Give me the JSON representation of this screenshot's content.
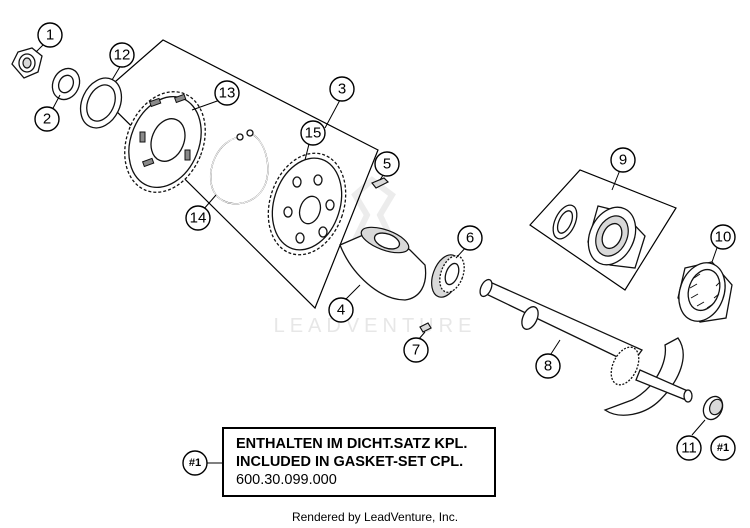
{
  "watermark": "LEADVENTURE",
  "callouts": {
    "c1": "1",
    "c2": "2",
    "c3": "3",
    "c4": "4",
    "c5": "5",
    "c6": "6",
    "c7": "7",
    "c8": "8",
    "c9": "9",
    "c10": "10",
    "c11": "11",
    "c12": "12",
    "c13": "13",
    "c14": "14",
    "c15": "15",
    "note_ref": "#1",
    "kit_ref": "#1"
  },
  "note": {
    "line1": "ENTHALTEN IM DICHT.SATZ KPL.",
    "line2": "INCLUDED IN GASKET-SET CPL.",
    "line3": "600.30.099.000"
  },
  "footer": "Rendered by LeadVenture, Inc."
}
